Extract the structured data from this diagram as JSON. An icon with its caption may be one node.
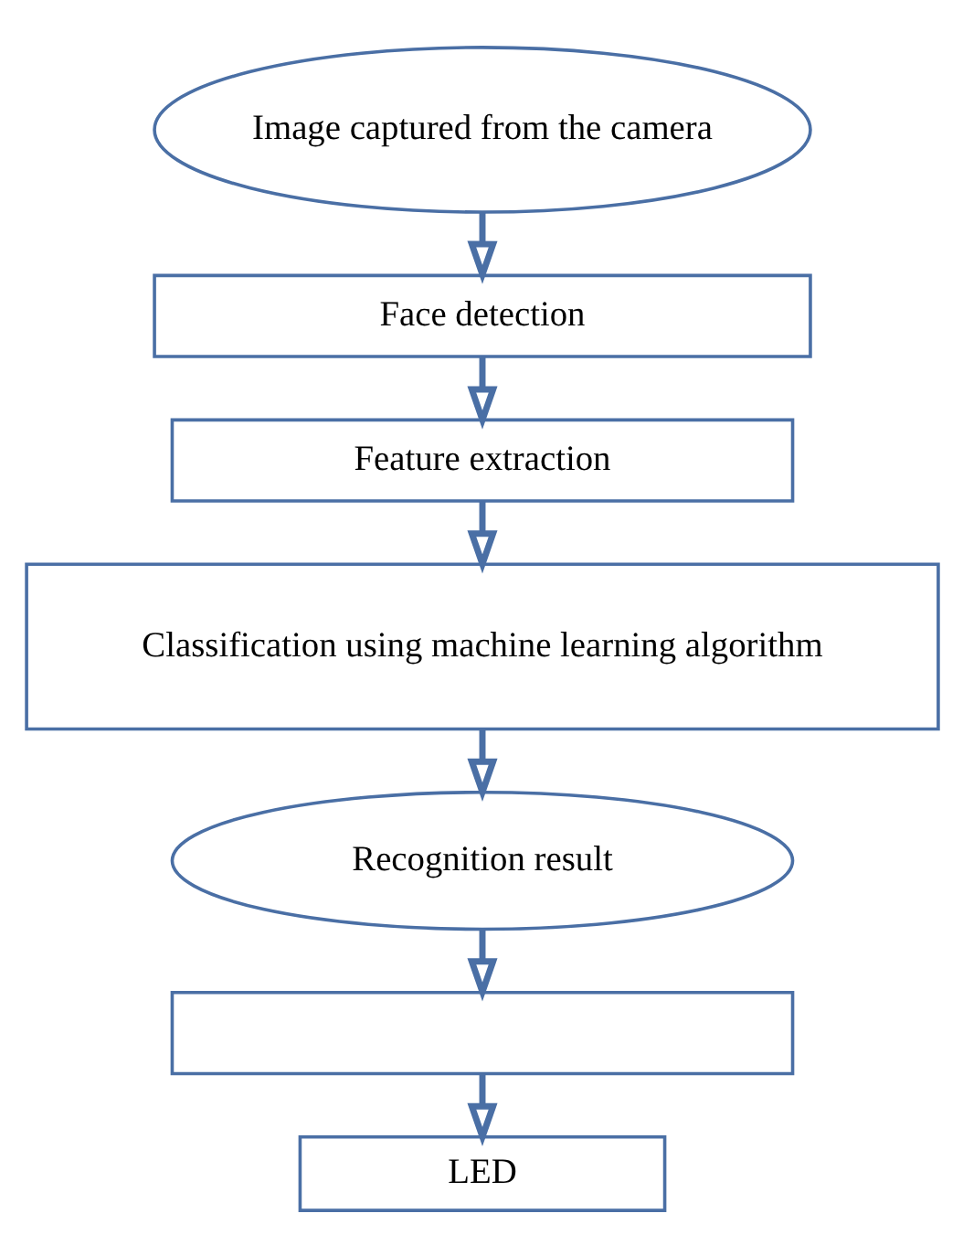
{
  "diagram": {
    "nodes": [
      {
        "text": [
          "Image captured from the camera"
        ]
      },
      {
        "text": [
          "Face detection"
        ]
      },
      {
        "text": [
          "Feature extraction"
        ]
      },
      {
        "text": [
          "Classification using machine learning algorithm"
        ]
      },
      {
        "text": [
          "Recognition result"
        ]
      },
      {
        "text": [],
        "shape": "box"
      },
      {
        "text": [
          "LED"
        ]
      }
    ],
    "edges": [
      {
        "from": 0,
        "to": 1,
        "arrow": "to"
      },
      {
        "from": 1,
        "to": 2,
        "arrow": "to"
      },
      {
        "from": 2,
        "to": 3,
        "arrow": "to"
      },
      {
        "from": 3,
        "to": 4,
        "arrow": "to"
      },
      {
        "from": 4,
        "to": 5,
        "arrow": "to"
      },
      {
        "from": 5,
        "to": 6,
        "arrow": "to"
      }
    ]
  }
}
